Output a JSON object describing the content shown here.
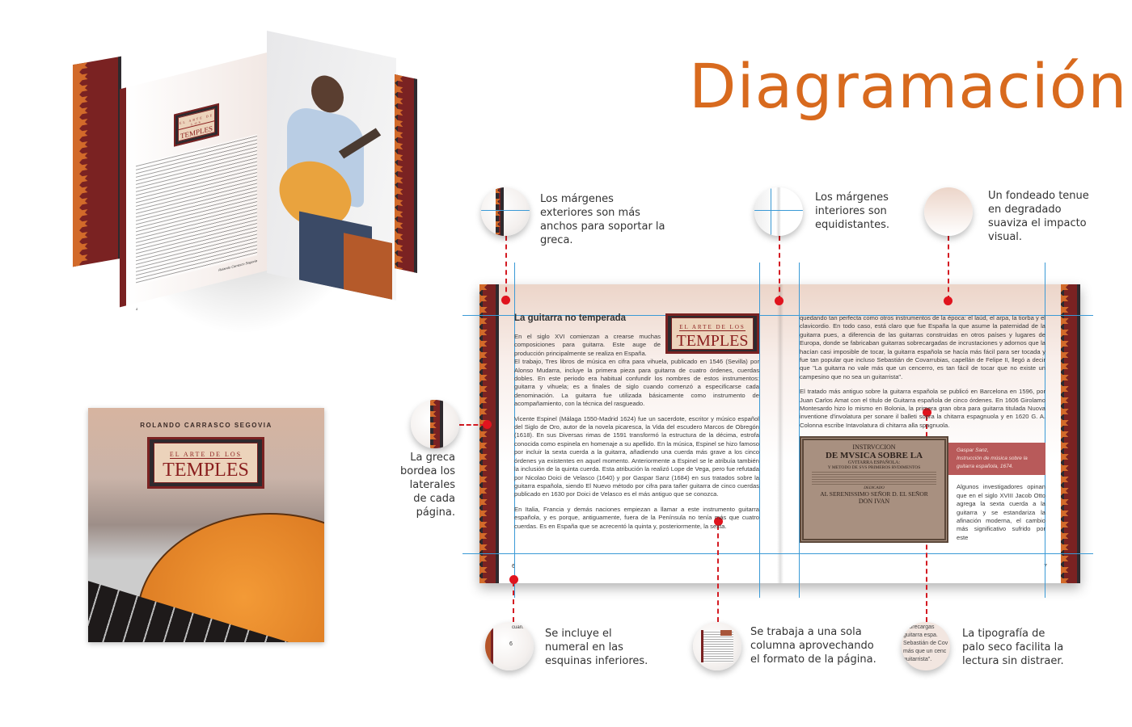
{
  "title": "Diagramación",
  "colors": {
    "accent": "#d86a1e",
    "guide": "#3b9ad6",
    "marker": "#e0141e",
    "greca": "#7a2222"
  },
  "book": {
    "author": "ROLANDO CARRASCO SEGOVIA",
    "logo_small": "EL ARTE DE LOS",
    "logo_big": "TEMPLES",
    "signature": "Rolando Carrasco Segovia",
    "page_num_top": "4"
  },
  "annotations": {
    "outer_margins": "Los márgenes exteriores son más anchos para soportar la greca.",
    "inner_margins": "Los márgenes interiores son equidistantes.",
    "gradient": "Un fondeado tenue en degradado suaviza el impacto visual.",
    "greca": "La greca bordea los laterales de cada página.",
    "page_numbers": "Se incluye el numeral en las esquinas inferiores.",
    "single_column": "Se trabaja a una sola columna aprovechando el formato de la página.",
    "typography": "La tipografía de palo seco facilita la lectura sin distraer."
  },
  "spread": {
    "heading": "La guitarra no temperada",
    "left_p1": "En el siglo XVI comienzan a crearse muchas composiciones para guitarra. Este auge de producción principalmente se realiza en España.",
    "left_p2": "El trabajo, Tres libros de música en cifra para vihuela, publicado en 1546 (Sevilla) por Alonso Mudarra, incluye la primera pieza para guitarra de cuatro órdenes, cuerdas dobles. En este periodo era habitual confundir los nombres de estos instrumentos: guitarra y vihuela;   es a finales de siglo cuando comenzó a especificarse  cada denominación. La guitarra fue utilizada básicamente como instrumento de acompañamiento, con la técnica del rasgueado.",
    "left_p3": "Vicente Espinel (Málaga 1550-Madrid 1624) fue un sacerdote, escritor y músico español del Siglo de Oro, autor de la novela picaresca, la Vida del escudero Marcos de Obregón (1618). En sus Diversas rimas de 1591 transformó la estructura de la décima, estrofa conocida como espinela en homenaje a su apellido. En la música, Espinel se hizo famoso por incluir la sexta cuerda a la guitarra, añadiendo una cuerda más grave a los cinco órdenes ya existentes en aquel momento. Anteriormente a Espinel se le atribuía también la inclusión de la quinta cuerda. Esta atribución la realizó Lope de Vega, pero fue refutada por Nicolao Doici de Velasco (1640) y por Gaspar Sanz (1684) en sus tratados sobre la guitarra española, siendo El Nuevo método por cifra para tañer guitarra de cinco cuerdas publicado en 1630 por Doici de Velasco es el más antiguo que se conozca.",
    "left_p4": "En Italia, Francia y demás naciones empiezan a llamar a este instrumento guitarra española, y es porque, antiguamente, fuera de la Península no tenía más que cuatro cuerdas. Es en España que se acrecentó la quinta y, posteriormente, la sexta.",
    "right_p1": "quedando tan perfecta como otros instrumentos de la época: el laúd, el arpa, la tiorba y el clavicordio. En todo caso, está claro que fue España la que asume la paternidad de la guitarra pues, a diferencia de las guitarras construidas en otros países y lugares de Europa, donde se fabricaban guitarras sobrecargadas de incrustaciones y adornos que la hacían casi imposible de tocar, la guitarra española se hacía más fácil para ser tocada y fue tan popular que incluso Sebastián de Covarrubias, capellán de Felipe II, llegó a decir que \"La guitarra no vale más que un cencerro, es tan fácil de tocar que no existe un campesino que no sea un guitarrista\".",
    "right_p2": "El tratado más antiguo sobre la guitarra española se publicó en Barcelona en 1596, por Juan Carlos Amat con el título de Guitarra española de cinco órdenes.  En 1606 Girolamo Montesardo hizo lo mismo en Bolonia, la primera gran obra para guitarra titulada Nuova inventione d'involatura per sonare il balleti sopra la chitarra espagnuola y en 1620 G. A. Colonna escribe Intavolatura di chitarra alla spagnuola.",
    "plate_lines": [
      "INSTRVCCION",
      "DE MVSICA SOBRE LA",
      "GVITARRA ESPAÑOLA:",
      "Y METODO DE SVS PRIMEROS RVDIMENTOS",
      "DEDICADO",
      "AL SERENISSIMO SEÑOR D. EL SEÑOR",
      "DON IVAN"
    ],
    "caption_author": "Gaspar Sanz,",
    "caption_work": "Instrucción de música sobre la guitarra española, 1674.",
    "right_p3": "Algunos investigadores opinan que en el siglo XVIII Jacob Otto agrega la sexta cuerda a la guitarra y se estandariza la afinación moderna, el cambio más significativo sufrido por este",
    "page_left": "6",
    "page_right": "7"
  },
  "zoom_snippets": {
    "corner": "cuan.",
    "corner_num": "6",
    "type_sample": "sobrecargas guitarra espa. Sebastián de Cov más que un cenc guitarrista\"."
  }
}
